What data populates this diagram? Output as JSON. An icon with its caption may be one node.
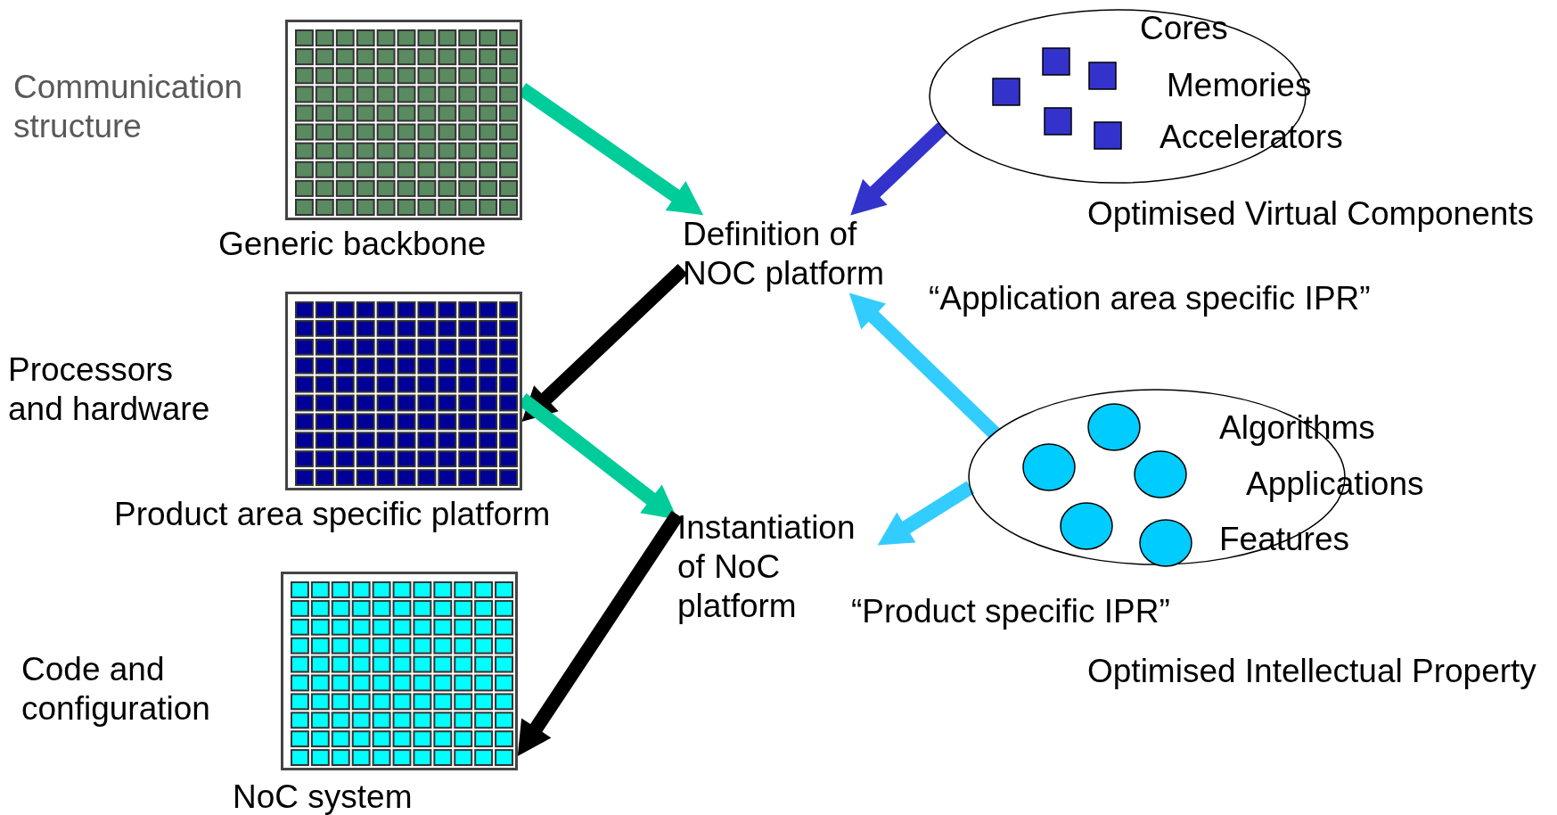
{
  "diagram": {
    "nodes": [
      {
        "text": [],
        "shape": "box",
        "beside": [
          "Communication structure",
          "Generic backbone"
        ]
      },
      {
        "text": [
          "Cores",
          "Memories",
          "Accelerators"
        ],
        "beside": [
          "Optimised Virtual Components"
        ]
      },
      {
        "text": [
          "Definition of NOC platform"
        ]
      },
      {
        "text": [],
        "shape": "box",
        "beside": [
          "Processors and hardware",
          "Product area specific platform"
        ]
      },
      {
        "text": [
          "Algorithms",
          "Applications",
          "Features"
        ],
        "beside": [
          "Optimised Intellectual Property"
        ]
      },
      {
        "text": [
          "Instantiation of NoC platform"
        ]
      },
      {
        "text": [],
        "shape": "box",
        "beside": [
          "Code and configuration",
          "NoC system"
        ]
      }
    ],
    "edges": [
      {
        "from": 0,
        "to": 2,
        "arrow": "to",
        "color": "#00cc99"
      },
      {
        "from": 1,
        "to": 2,
        "arrow": "to",
        "color": "#3333cc"
      },
      {
        "from": 2,
        "to": 3,
        "arrow": "to",
        "color": "#000000"
      },
      {
        "from": 4,
        "to": 2,
        "arrow": "to",
        "color": "#33ccff"
      },
      {
        "from": 3,
        "to": 5,
        "arrow": "to",
        "color": "#00cc99"
      },
      {
        "from": 4,
        "to": 5,
        "arrow": "to",
        "color": "#33ccff"
      },
      {
        "from": 5,
        "to": 6,
        "arrow": "to",
        "color": "#000000"
      }
    ],
    "labels": [
      "“Application area specific IPR”",
      "“Product specific IPR”"
    ]
  }
}
